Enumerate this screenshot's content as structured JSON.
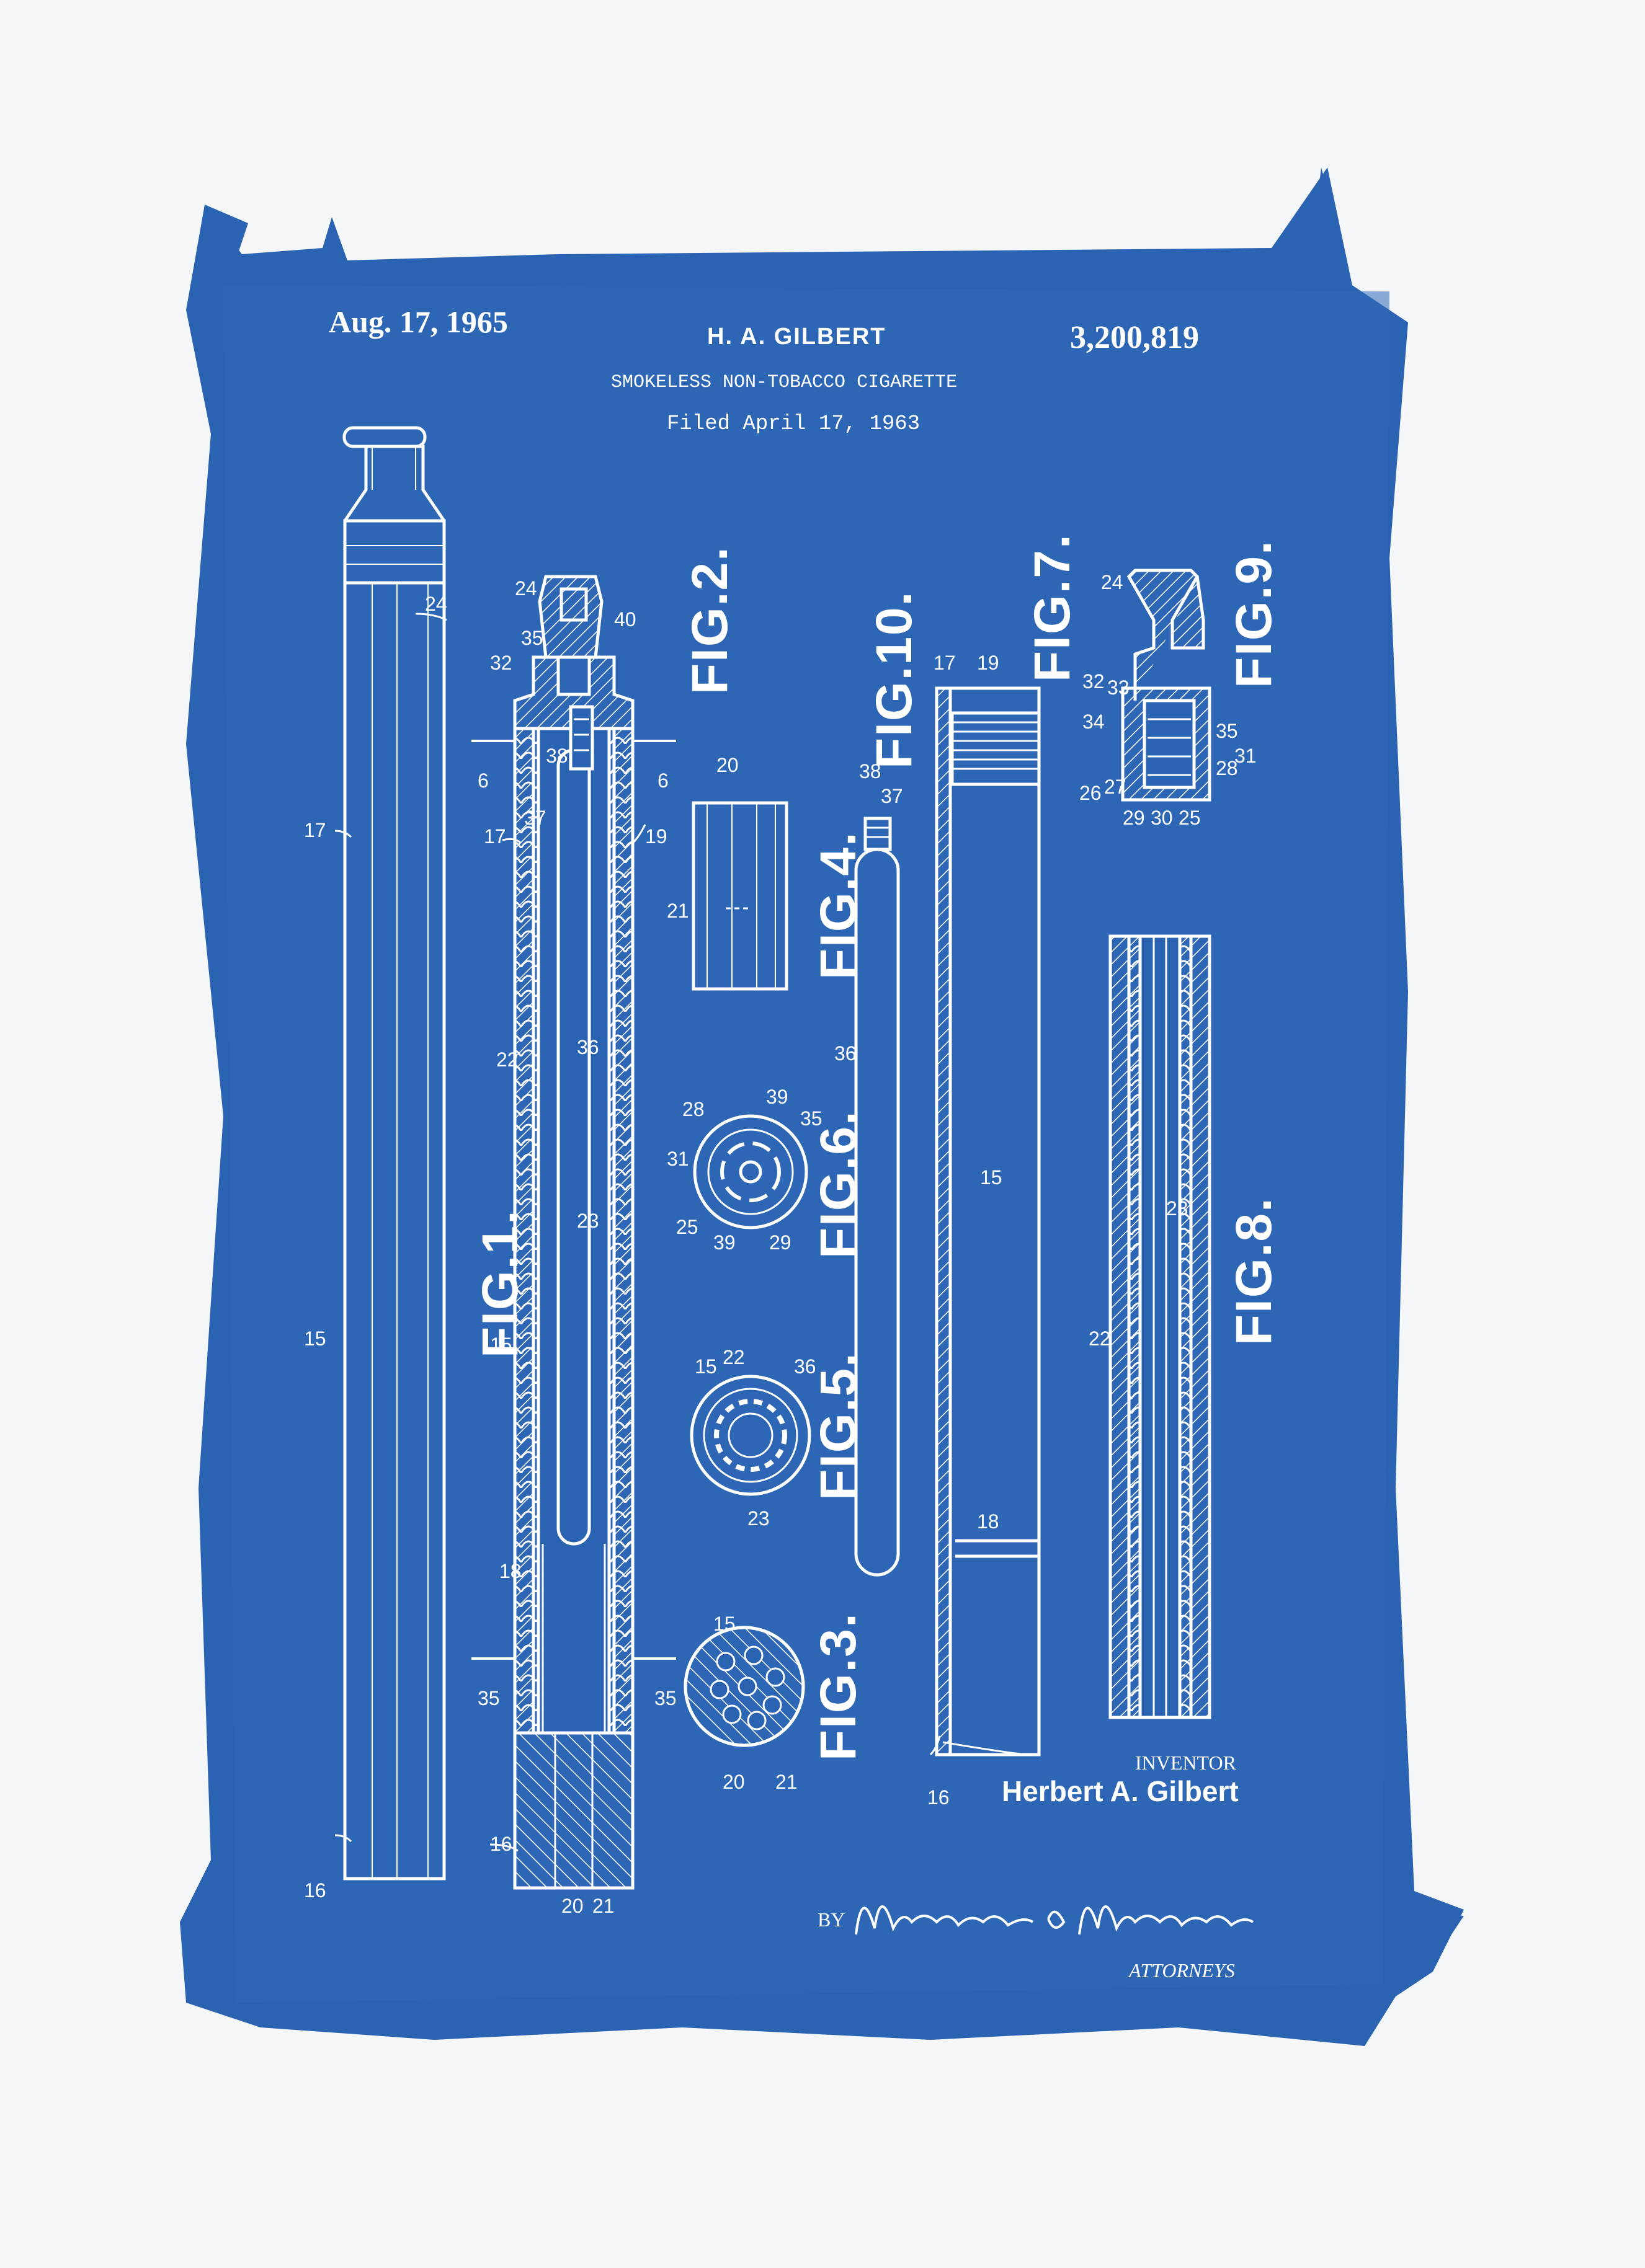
{
  "header": {
    "date": "Aug. 17, 1965",
    "inventor_header": "H. A. GILBERT",
    "patent_number": "3,200,819",
    "title": "SMOKELESS NON-TOBACCO CIGARETTE",
    "filed": "Filed April 17, 1963"
  },
  "figures": {
    "fig1": "FIG.1.",
    "fig2": "FIG.2.",
    "fig3": "FIG.3.",
    "fig4": "FIG.4.",
    "fig5": "FIG.5.",
    "fig6": "FIG.6.",
    "fig7": "FIG.7.",
    "fig8": "FIG.8.",
    "fig9": "FIG.9.",
    "fig10": "FIG.10."
  },
  "reference_numerals": [
    "15",
    "16",
    "17",
    "18",
    "19",
    "20",
    "21",
    "22",
    "23",
    "24",
    "25",
    "26",
    "27",
    "28",
    "29",
    "30",
    "31",
    "32",
    "33",
    "34",
    "35",
    "36",
    "37",
    "38",
    "39",
    "40"
  ],
  "section_marks": {
    "six": "6",
    "three_five": "35"
  },
  "footer": {
    "inventor_label": "INVENTOR",
    "inventor_name": "Herbert A. Gilbert",
    "by": "BY",
    "attorneys_signature": "Mawhinney & Mawhinney",
    "attorneys_label": "ATTORNEYS"
  },
  "colors": {
    "paper": "#f4f6f8",
    "cyanotype_blue": "#2a63b2",
    "line_white": "#ffffff"
  }
}
